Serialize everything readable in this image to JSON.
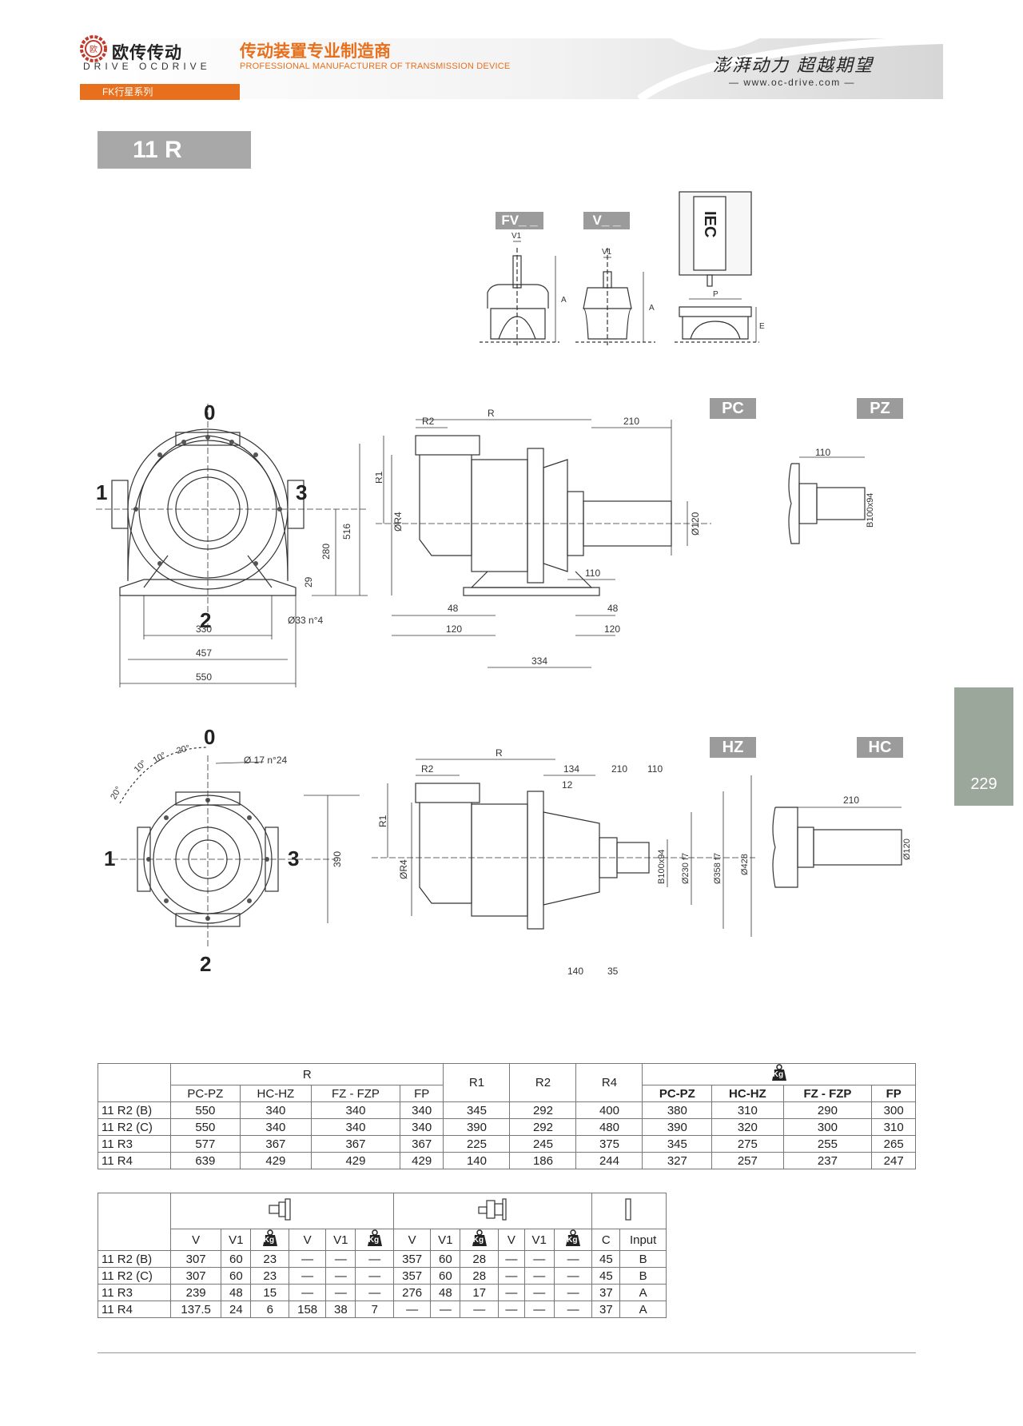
{
  "header": {
    "brand_cn": "欧传传动",
    "brand_sub": "DRIVE OCDRIVE",
    "tagline_cn": "传动装置专业制造商",
    "tagline_en": "PROFESSIONAL MANUFACTURER OF TRANSMISSION DEVICE",
    "slogan": "澎湃动力 超越期望",
    "website": "www.oc-drive.com",
    "series": "FK行星系列",
    "model": "11 R",
    "page_number": "229"
  },
  "drawings": {
    "labels": {
      "fv": "FV_ _",
      "v": "V_ _",
      "iec": "IEC",
      "pc": "PC",
      "pz": "PZ",
      "hz": "HZ",
      "hc": "HC"
    },
    "positions": [
      "0",
      "1",
      "2",
      "3"
    ],
    "top_dims": {
      "v1": "V1",
      "a": "A",
      "p": "P",
      "e": "E"
    },
    "pc_dims": {
      "r2": "R2",
      "r": "R",
      "d210": "210",
      "r1": "R1",
      "r4": "ØR4",
      "d120": "Ø120",
      "d110": "110",
      "d48a": "48",
      "d48b": "48",
      "d120a": "120",
      "d120b": "120",
      "d334": "334",
      "d516": "516",
      "d280": "280",
      "d29": "29",
      "d330": "330",
      "d457": "457",
      "d550": "550",
      "bolt": "Ø33 n°4",
      "pz110": "110",
      "pz_spline": "B100x94"
    },
    "hz_dims": {
      "r": "R",
      "r2": "R2",
      "d134": "134",
      "d210": "210",
      "d110": "110",
      "d12": "12",
      "r1": "R1",
      "r4": "ØR4",
      "spline": "B100x94",
      "d230": "Ø230 f7",
      "d358": "Ø358 f7",
      "d428": "Ø428",
      "d140": "140",
      "d35": "35",
      "d390": "390",
      "holes": "Ø 17 n°24",
      "a20a": "20°",
      "a10a": "10°",
      "a10b": "10°",
      "a20b": "20°",
      "hc210": "210",
      "hc120": "Ø120"
    }
  },
  "table1": {
    "group_r": "R",
    "r1": "R1",
    "r2": "R2",
    "r4": "R4",
    "kg": "Kg",
    "sub": [
      "PC-PZ",
      "HC-HZ",
      "FZ - FZP",
      "FP"
    ],
    "rows": [
      [
        "11 R2 (B)",
        "550",
        "340",
        "340",
        "340",
        "345",
        "292",
        "400",
        "380",
        "310",
        "290",
        "300"
      ],
      [
        "11 R2 (C)",
        "550",
        "340",
        "340",
        "340",
        "390",
        "292",
        "480",
        "390",
        "320",
        "300",
        "310"
      ],
      [
        "11 R3",
        "577",
        "367",
        "367",
        "367",
        "225",
        "245",
        "375",
        "345",
        "275",
        "255",
        "265"
      ],
      [
        "11 R4",
        "639",
        "429",
        "429",
        "429",
        "140",
        "186",
        "244",
        "327",
        "257",
        "237",
        "247"
      ]
    ]
  },
  "table2": {
    "kg": "Kg",
    "sub": [
      "V",
      "V1",
      "V",
      "V1",
      "V",
      "V1",
      "V",
      "V1",
      "C",
      "Input"
    ],
    "rows": [
      [
        "11 R2 (B)",
        "307",
        "60",
        "23",
        "—",
        "—",
        "—",
        "357",
        "60",
        "28",
        "—",
        "—",
        "—",
        "45",
        "B"
      ],
      [
        "11 R2 (C)",
        "307",
        "60",
        "23",
        "—",
        "—",
        "—",
        "357",
        "60",
        "28",
        "—",
        "—",
        "—",
        "45",
        "B"
      ],
      [
        "11 R3",
        "239",
        "48",
        "15",
        "—",
        "—",
        "—",
        "276",
        "48",
        "17",
        "—",
        "—",
        "—",
        "37",
        "A"
      ],
      [
        "11 R4",
        "137.5",
        "24",
        "6",
        "158",
        "38",
        "7",
        "—",
        "—",
        "—",
        "—",
        "—",
        "—",
        "37",
        "A"
      ]
    ]
  }
}
